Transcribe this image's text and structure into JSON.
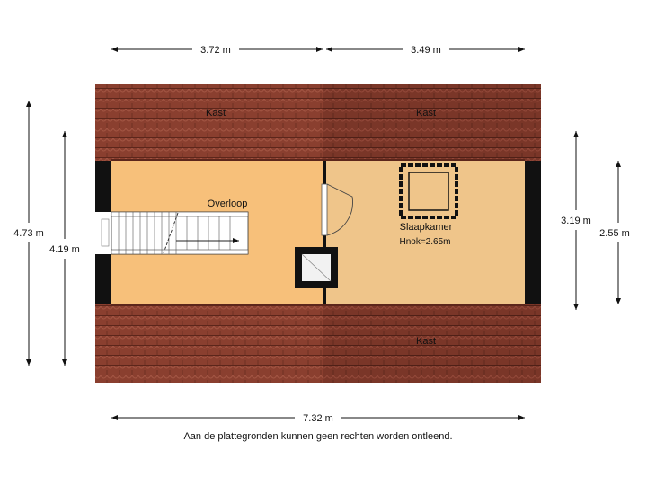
{
  "dimensions": {
    "top_left_width": "3.72 m",
    "top_right_width": "3.49 m",
    "bottom_total_width": "7.32 m",
    "outer_left_height": "4.73 m",
    "inner_left_height": "4.19 m",
    "inner_right_height": "3.19 m",
    "outer_right_height": "2.55 m"
  },
  "rooms": {
    "kast_top_left": "Kast",
    "kast_top_right": "Kast",
    "kast_bottom_right": "Kast",
    "overloop": "Overloop",
    "slaapkamer": "Slaapkamer",
    "slaapkamer_hnok": "Hnok=2.65m"
  },
  "disclaimer": "Aan de plattegronden kunnen geen rechten worden ontleend.",
  "colors": {
    "roof_tile": "#8a3f2f",
    "roof_tile_dark": "#6e2f22",
    "overloop_floor": "#f7c07a",
    "slaapkamer_floor": "#efc58a",
    "wall": "#111111"
  }
}
